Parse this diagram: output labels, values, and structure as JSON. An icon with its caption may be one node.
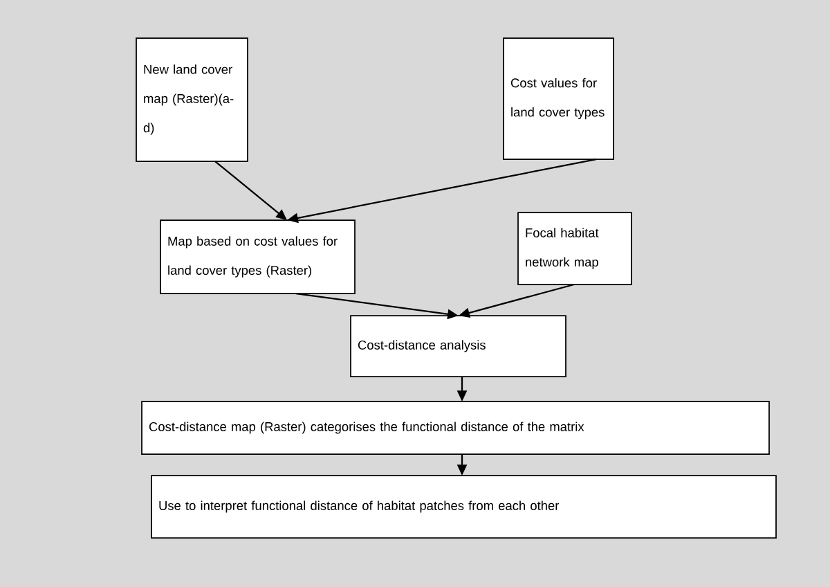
{
  "diagram": {
    "nodes": [
      {
        "text": [
          "New land cover map (Raster)(a-d)"
        ]
      },
      {
        "text": [
          "Cost values for land cover types"
        ]
      },
      {
        "text": [
          "Map based on cost values for land cover types (Raster)"
        ]
      },
      {
        "text": [
          "Focal habitat network map"
        ]
      },
      {
        "text": [
          "Cost-distance analysis"
        ]
      },
      {
        "text": [
          "Cost-distance map (Raster) categorises the functional distance of the matrix"
        ]
      },
      {
        "text": [
          "Use to interpret functional distance of habitat patches from each other"
        ]
      }
    ],
    "edges": [
      {
        "from": 0,
        "to": 2,
        "arrow": "to"
      },
      {
        "from": 1,
        "to": 2,
        "arrow": "to"
      },
      {
        "from": 2,
        "to": 4,
        "arrow": "to"
      },
      {
        "from": 3,
        "to": 4,
        "arrow": "to"
      },
      {
        "from": 4,
        "to": 5,
        "arrow": "to"
      },
      {
        "from": 5,
        "to": 6,
        "arrow": "to"
      }
    ]
  }
}
